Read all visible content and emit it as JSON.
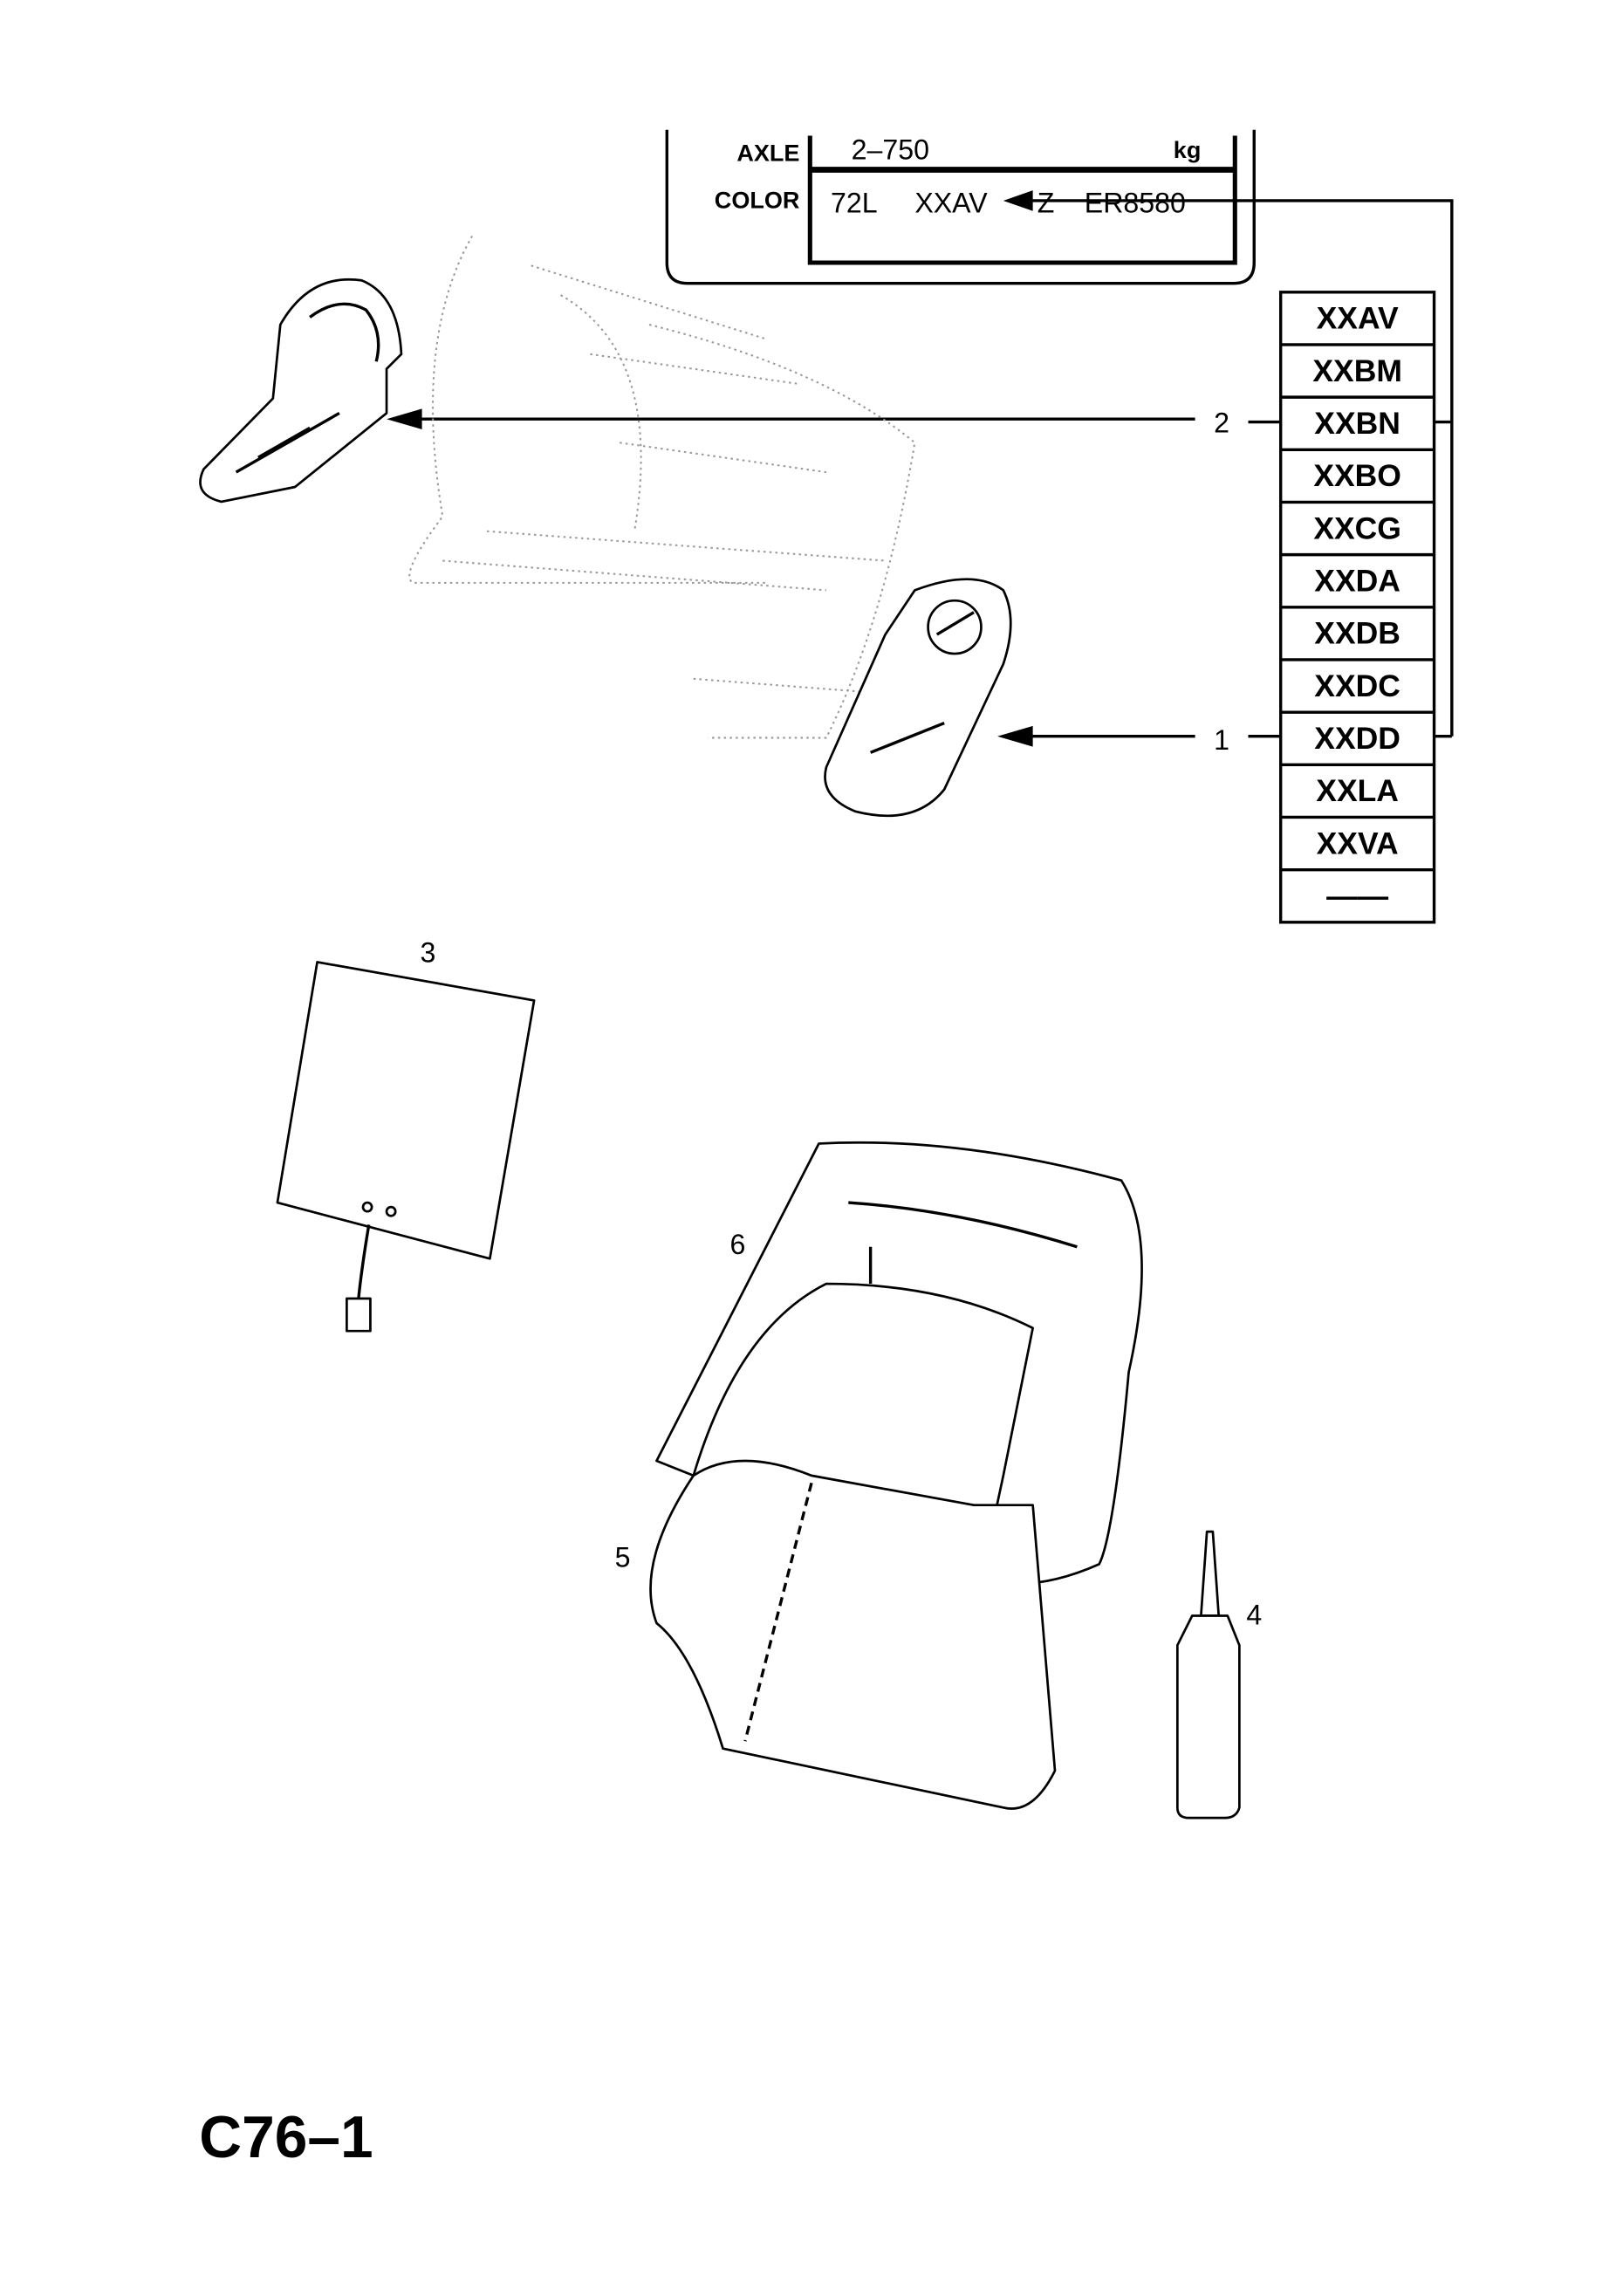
{
  "label_plate": {
    "axle_label": "AXLE",
    "axle_value": "2–750",
    "axle_unit": "kg",
    "color_label": "COLOR",
    "color_code": "72L",
    "color_trim": "XXAV",
    "color_suffix_partial": "Z",
    "color_extra_partial": "ER8580"
  },
  "trim_codes": [
    "XXAV",
    "XXBM",
    "XXBN",
    "XXBO",
    "XXCG",
    "XXDA",
    "XXDB",
    "XXDC",
    "XXDD",
    "XXLA",
    "XXVA",
    "——"
  ],
  "callouts": {
    "c1": "1",
    "c2": "2",
    "c3": "3",
    "c4": "4",
    "c5": "5",
    "c6": "6"
  },
  "page_code": "C76–1"
}
